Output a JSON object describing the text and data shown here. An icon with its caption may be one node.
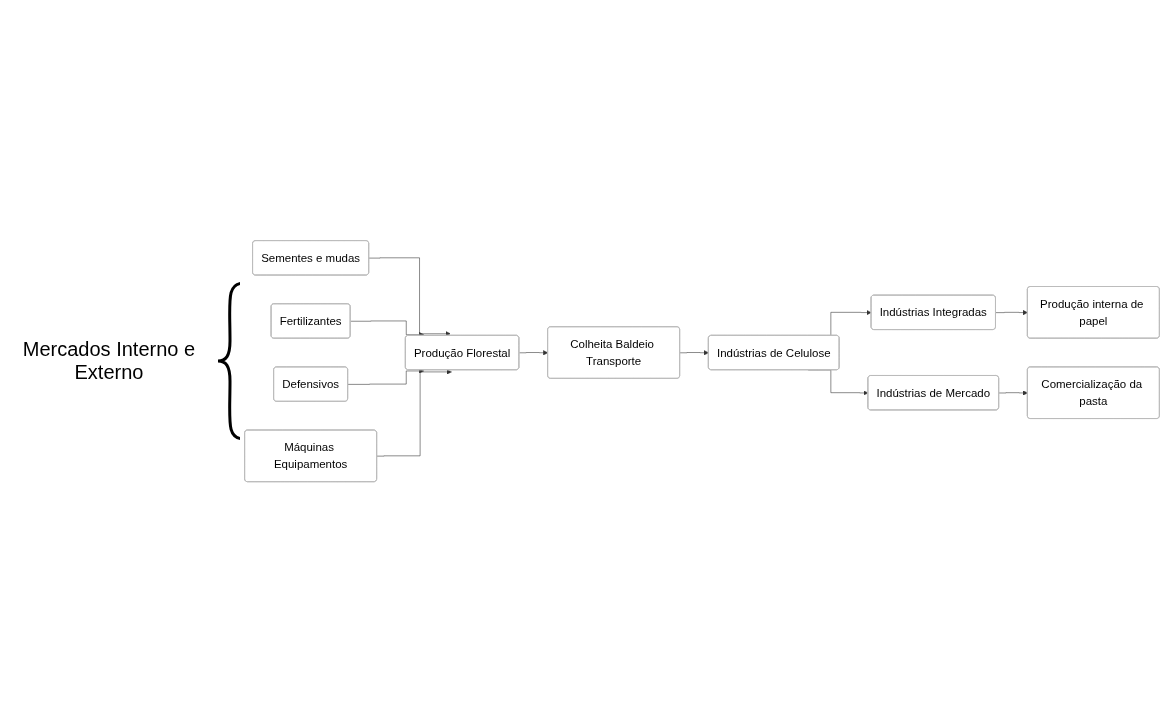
{
  "diagram": {
    "nodes": [
      {
        "text": [
          "Sementes e mudas"
        ]
      },
      {
        "text": [
          "Fertilizantes"
        ]
      },
      {
        "text": [
          "Defensivos"
        ]
      },
      {
        "text": [
          "Máquinas Equipamentos"
        ]
      },
      {
        "text": [
          "Produção Florestal"
        ]
      },
      {
        "text": [
          "Colheita Baldeio Transporte"
        ]
      },
      {
        "text": [
          "Indústrias de Celulose"
        ]
      },
      {
        "text": [
          "Indústrias Integradas"
        ]
      },
      {
        "text": [
          "Indústrias de Mercado"
        ]
      },
      {
        "text": [
          "Produção interna de papel"
        ]
      },
      {
        "text": [
          "Comercialização da pasta"
        ]
      }
    ],
    "edges": [
      {
        "from": 0,
        "to": 4,
        "arrow": "to"
      },
      {
        "from": 1,
        "to": 4,
        "arrow": "to"
      },
      {
        "from": 2,
        "to": 4,
        "arrow": "to"
      },
      {
        "from": 3,
        "to": 4,
        "arrow": "to"
      },
      {
        "from": 4,
        "to": 5,
        "arrow": "to"
      },
      {
        "from": 5,
        "to": 6,
        "arrow": "to"
      },
      {
        "from": 6,
        "to": 7,
        "arrow": "to"
      },
      {
        "from": 6,
        "to": 8,
        "arrow": "to"
      },
      {
        "from": 7,
        "to": 9,
        "arrow": "to"
      },
      {
        "from": 8,
        "to": 10,
        "arrow": "to"
      }
    ],
    "labels": [
      "Mercados Interno e Externo"
    ]
  }
}
